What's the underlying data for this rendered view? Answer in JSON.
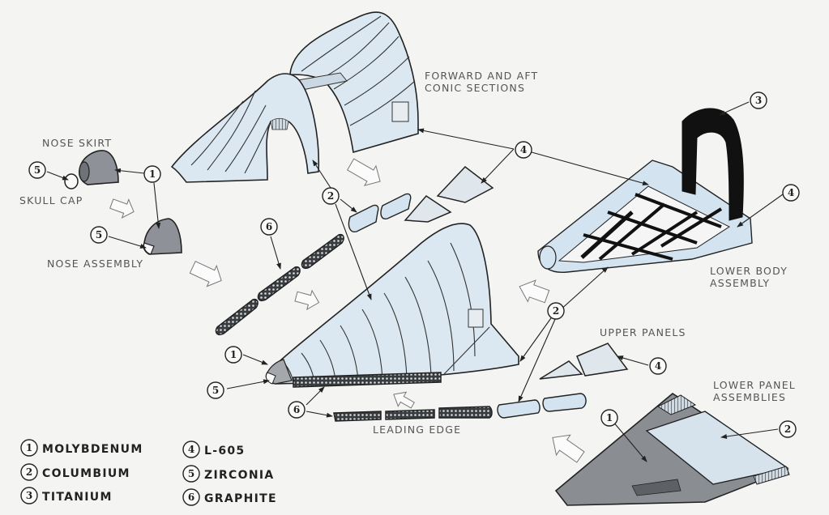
{
  "title": "Exploded view of vehicle structure and materials",
  "labels": {
    "forward_aft": [
      "FORWARD AND AFT",
      "CONIC SECTIONS"
    ],
    "nose_skirt": "NOSE SKIRT",
    "skull_cap": "SKULL CAP",
    "nose_assembly": "NOSE ASSEMBLY",
    "lower_body": [
      "LOWER BODY",
      "ASSEMBLY"
    ],
    "upper_panels": "UPPER PANELS",
    "lower_panels": [
      "LOWER PANEL",
      "ASSEMBLIES"
    ],
    "leading_edge": "LEADING EDGE"
  },
  "callouts": {
    "c1_nose": "1",
    "c5_skull": "5",
    "c5_nose": "5",
    "c2_center": "2",
    "c6_upper": "6",
    "c4_center": "4",
    "c3_frame": "3",
    "c4_frame": "4",
    "c1_body": "1",
    "c5_body": "5",
    "c6_lower": "6",
    "c2_right": "2",
    "c4_upper": "4",
    "c1_lowerpanel": "1",
    "c2_lowerpanel": "2"
  },
  "legend": [
    {
      "num": "1",
      "material": "MOLYBDENUM"
    },
    {
      "num": "2",
      "material": "COLUMBIUM"
    },
    {
      "num": "3",
      "material": "TITANIUM"
    },
    {
      "num": "4",
      "material": "L-605"
    },
    {
      "num": "5",
      "material": "ZIRCONIA"
    },
    {
      "num": "6",
      "material": "GRAPHITE"
    }
  ],
  "colors": {
    "background": "#f4f4f2",
    "skin_blue": "#dbe8f1",
    "molybdenum_gray": "#8e9197",
    "titanium_black": "#111111"
  }
}
